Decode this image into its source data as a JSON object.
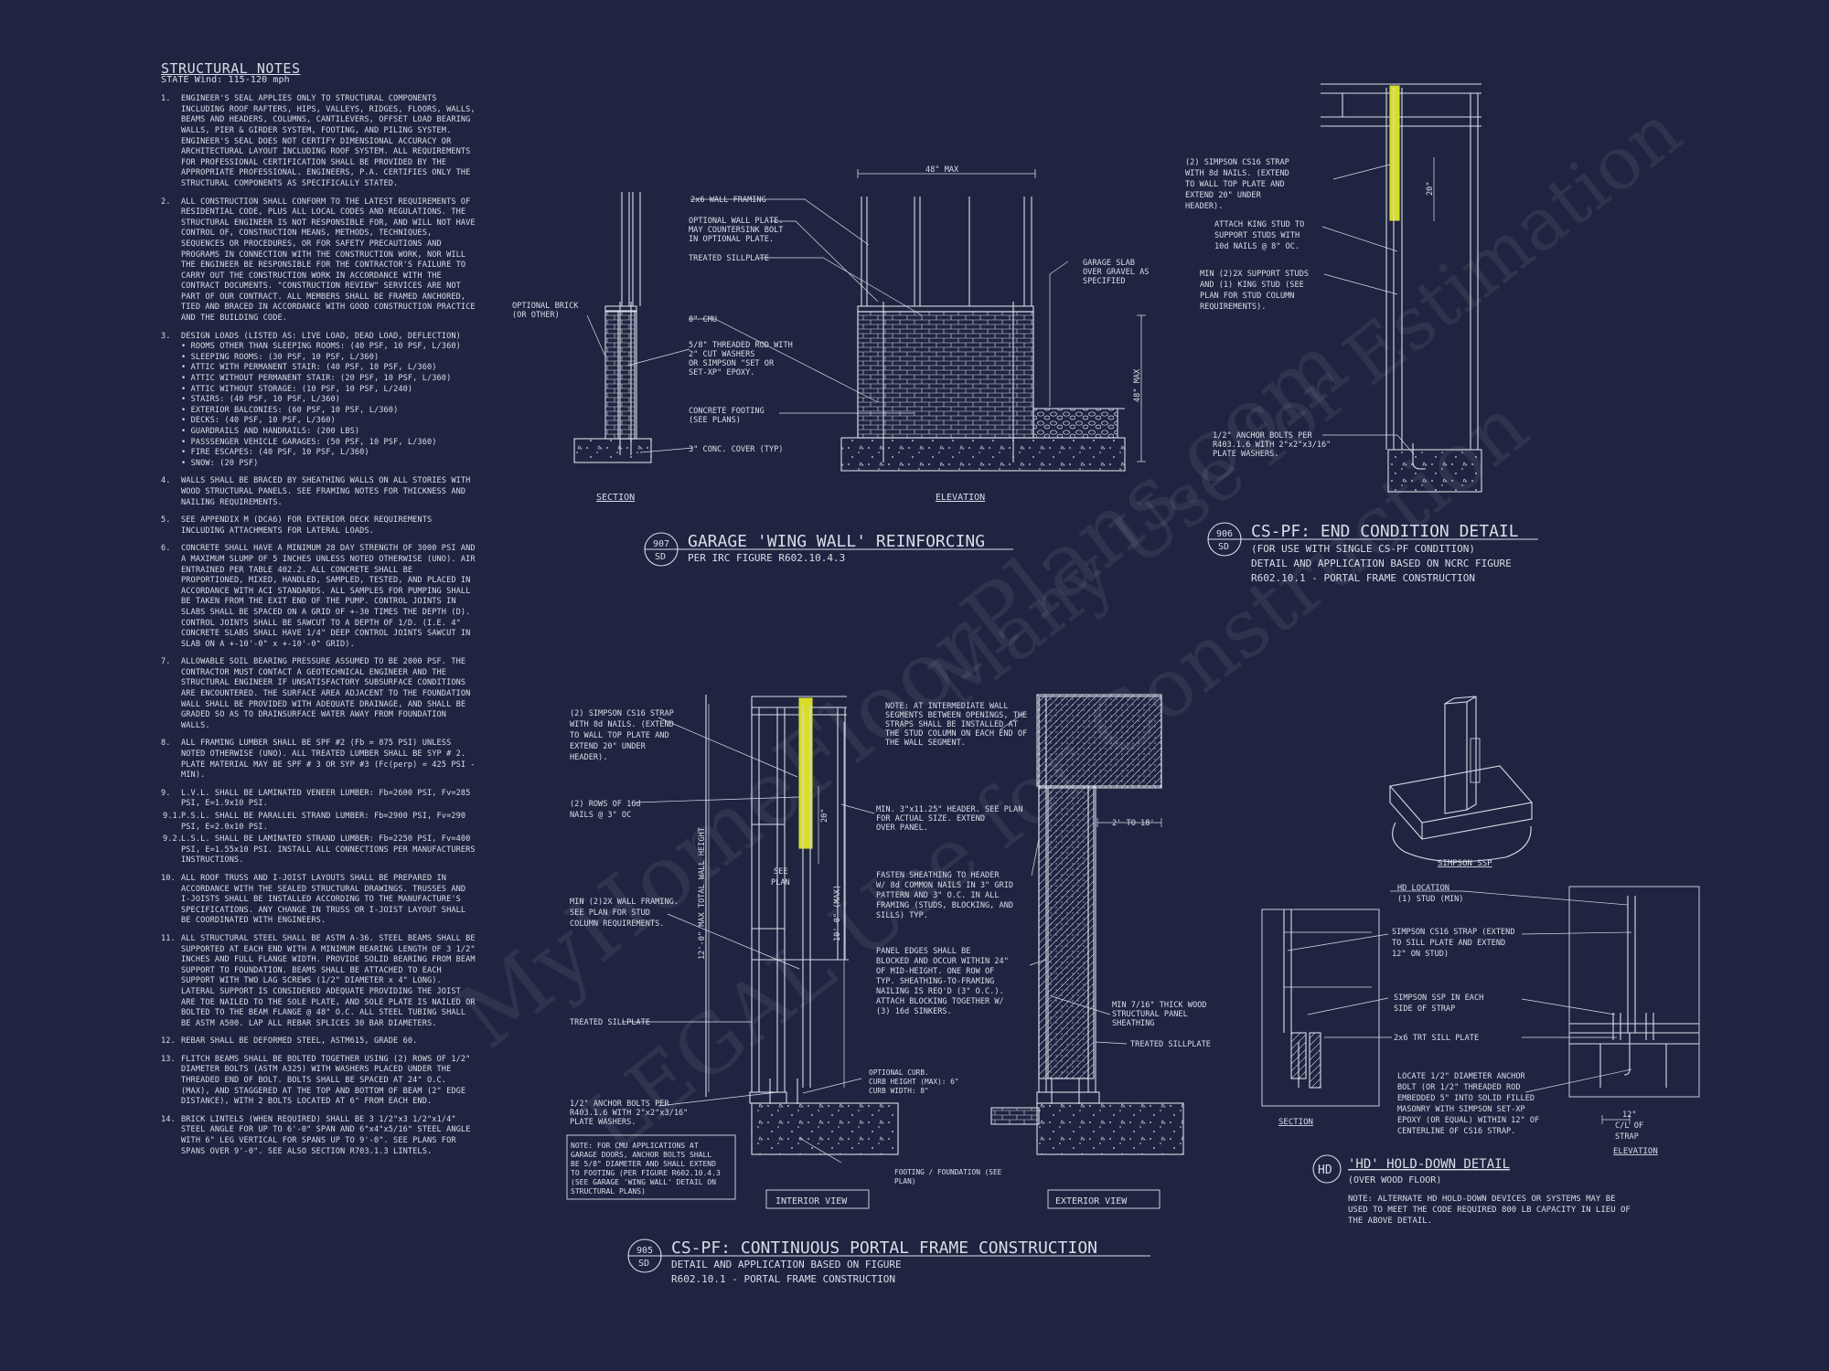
{
  "notes": {
    "title": "STRUCTURAL NOTES",
    "subtitle": "STATE Wind: 115-120 mph",
    "items": [
      {
        "num": "1.",
        "text": "ENGINEER'S SEAL APPLIES ONLY TO STRUCTURAL COMPONENTS INCLUDING ROOF RAFTERS, HIPS, VALLEYS, RIDGES, FLOORS, WALLS, BEAMS AND HEADERS, COLUMNS, CANTILEVERS, OFFSET LOAD BEARING WALLS, PIER & GIRDER SYSTEM, FOOTING, AND PILING SYSTEM. ENGINEER'S SEAL DOES NOT CERTIFY DIMENSIONAL ACCURACY OR ARCHITECTURAL LAYOUT INCLUDING ROOF SYSTEM. ALL REQUIREMENTS FOR PROFESSIONAL CERTIFICATION SHALL BE PROVIDED BY THE APPROPRIATE PROFESSIONAL. ENGINEERS, P.A. CERTIFIES ONLY THE STRUCTURAL COMPONENTS AS SPECIFICALLY STATED."
      },
      {
        "num": "2.",
        "text": "ALL CONSTRUCTION SHALL CONFORM TO THE LATEST REQUIREMENTS OF RESIDENTIAL CODE, PLUS ALL LOCAL CODES AND REGULATIONS. THE STRUCTURAL ENGINEER IS NOT RESPONSIBLE FOR, AND WILL NOT HAVE CONTROL OF, CONSTRUCTION MEANS, METHODS, TECHNIQUES, SEQUENCES OR PROCEDURES, OR FOR SAFETY PRECAUTIONS AND PROGRAMS IN CONNECTION WITH THE CONSTRUCTION WORK, NOR WILL THE ENGINEER BE RESPONSIBLE FOR THE CONTRACTOR'S FAILURE TO CARRY OUT THE CONSTRUCTION WORK IN ACCORDANCE WITH THE CONTRACT DOCUMENTS. \"CONSTRUCTION REVIEW\" SERVICES ARE NOT PART OF OUR CONTRACT. ALL MEMBERS SHALL BE FRAMED ANCHORED, TIED AND BRACED IN ACCORDANCE WITH GOOD CONSTRUCTION PRACTICE AND THE BUILDING CODE."
      },
      {
        "num": "3.",
        "text": "DESIGN LOADS (LISTED AS: LIVE LOAD, DEAD LOAD, DEFLECTION)",
        "bullets": [
          "ROOMS OTHER THAN SLEEPING ROOMS: (40 PSF, 10 PSF, L/360)",
          "SLEEPING ROOMS: (30 PSF, 10 PSF, L/360)",
          "ATTIC WITH PERMANENT STAIR: (40 PSF, 10 PSF, L/360)",
          "ATTIC WITHOUT PERMANENT STAIR: (20 PSF, 10 PSF, L/360)",
          "ATTIC WITHOUT STORAGE: (10 PSF, 10 PSF, L/240)",
          "STAIRS: (40 PSF, 10 PSF, L/360)",
          "EXTERIOR BALCONIES: (60 PSF, 10 PSF, L/360)",
          "DECKS: (40 PSF, 10 PSF, L/360)",
          "GUARDRAILS AND HANDRAILS: (200 LBS)",
          "PASSSENGER VEHICLE GARAGES: (50 PSF, 10 PSF, L/360)",
          "FIRE ESCAPES: (40 PSF, 10 PSF, L/360)",
          "SNOW: (20 PSF)"
        ]
      },
      {
        "num": "4.",
        "text": "WALLS SHALL BE BRACED BY SHEATHING WALLS ON ALL STORIES WITH WOOD STRUCTURAL PANELS. SEE FRAMING NOTES FOR THICKNESS AND NAILING REQUIREMENTS."
      },
      {
        "num": "5.",
        "text": "SEE APPENDIX M (DCA6) FOR EXTERIOR DECK REQUIREMENTS INCLUDING ATTACHMENTS FOR LATERAL LOADS."
      },
      {
        "num": "6.",
        "text": "CONCRETE SHALL HAVE A MINIMUM 28 DAY STRENGTH OF 3000 PSI AND A MAXIMUM SLUMP OF 5 INCHES UNLESS NOTED OTHERWISE (UNO). AIR ENTRAINED PER TABLE 402.2. ALL CONCRETE SHALL BE PROPORTIONED, MIXED, HANDLED, SAMPLED, TESTED, AND PLACED IN ACCORDANCE WITH ACI STANDARDS. ALL SAMPLES FOR PUMPING SHALL BE TAKEN FROM THE EXIT END OF THE PUMP. CONTROL JOINTS IN SLABS SHALL BE SPACED ON A GRID OF +-30 TIMES THE DEPTH (D). CONTROL JOINTS SHALL BE SAWCUT TO A DEPTH OF 1/D. (I.E. 4\" CONCRETE SLABS SHALL HAVE 1/4\" DEEP CONTROL JOINTS SAWCUT IN SLAB ON A +-10'-0\" x +-10'-0\" GRID)."
      },
      {
        "num": "7.",
        "text": "ALLOWABLE SOIL BEARING PRESSURE ASSUMED TO BE 2000 PSF. THE CONTRACTOR MUST CONTACT A GEOTECHNICAL ENGINEER AND THE STRUCTURAL ENGINEER IF UNSATISFACTORY SUBSURFACE CONDITIONS ARE ENCOUNTERED. THE SURFACE AREA ADJACENT TO THE FOUNDATION WALL SHALL BE PROVIDED WITH ADEQUATE DRAINAGE, AND SHALL BE GRADED SO AS TO DRAINSURFACE WATER AWAY FROM FOUNDATION WALLS."
      },
      {
        "num": "8.",
        "text": "ALL FRAMING LUMBER SHALL BE SPF #2 (Fb = 875 PSI) UNLESS NOTED OTHERWISE (UNO). ALL TREATED LUMBER SHALL BE SYP # 2. PLATE MATERIAL MAY BE SPF # 3 OR SYP #3 (Fc(perp) = 425 PSI - MIN)."
      },
      {
        "num": "9.",
        "text": "L.V.L. SHALL BE LAMINATED VENEER LUMBER: Fb=2600 PSI, Fv=285 PSI, E=1.9x10 PSI.",
        "subs": [
          {
            "num": "9.1.",
            "text": "P.S.L. SHALL BE PARALLEL STRAND LUMBER: Fb=2900 PSI, Fv=290 PSI, E=2.0x10 PSI."
          },
          {
            "num": "9.2.",
            "text": "L.S.L. SHALL BE LAMINATED STRAND LUMBER: Fb=2250 PSI, Fv=400 PSI, E=1.55x10 PSI. INSTALL ALL CONNECTIONS PER MANUFACTURERS INSTRUCTIONS."
          }
        ]
      },
      {
        "num": "10.",
        "text": "ALL ROOF TRUSS AND I-JOIST LAYOUTS SHALL BE PREPARED IN ACCORDANCE WITH THE SEALED STRUCTURAL DRAWINGS. TRUSSES AND I-JOISTS SHALL BE INSTALLED ACCORDING TO THE MANUFACTURE'S SPECIFICATIONS. ANY CHANGE IN TRUSS OR I-JOIST LAYOUT SHALL BE COORDINATED WITH ENGINEERS."
      },
      {
        "num": "11.",
        "text": "ALL STRUCTURAL STEEL SHALL BE ASTM A-36. STEEL BEAMS SHALL BE SUPPORTED AT EACH END WITH A MINIMUM BEARING LENGTH OF 3 1/2\" INCHES AND FULL FLANGE WIDTH. PROVIDE SOLID BEARING FROM BEAM SUPPORT TO FOUNDATION. BEAMS SHALL BE ATTACHED TO EACH SUPPORT WITH TWO LAG SCREWS (1/2\" DIAMETER x 4\" LONG). LATERAL SUPPORT IS CONSIDERED ADEQUATE PROVIDING THE JOIST ARE TOE NAILED TO THE SOLE PLATE, AND SOLE PLATE IS NAILED OR BOLTED TO THE BEAM FLANGE @ 48\" O.C. ALL STEEL TUBING SHALL BE ASTM A500. LAP ALL REBAR SPLICES 30 BAR DIAMETERS."
      },
      {
        "num": "12.",
        "text": "REBAR SHALL BE DEFORMED STEEL, ASTM615, GRADE 60."
      },
      {
        "num": "13.",
        "text": "FLITCH BEAMS SHALL BE BOLTED TOGETHER USING (2) ROWS OF 1/2\" DIAMETER BOLTS (ASTM A325) WITH WASHERS PLACED UNDER THE THREADED END OF BOLT. BOLTS SHALL BE SPACED AT 24\" O.C. (MAX), AND STAGGERED AT THE TOP AND BOTTOM OF BEAM (2\" EDGE DISTANCE), WITH 2 BOLTS LOCATED AT 6\" FROM EACH END."
      },
      {
        "num": "14.",
        "text": "BRICK LINTELS (WHEN REQUIRED) SHALL BE 3 1/2\"x3 1/2\"x1/4\" STEEL ANGLE FOR UP TO 6'-0\" SPAN AND 6\"x4\"x5/16\" STEEL ANGLE WITH 6\" LEG VERTICAL FOR SPANS UP TO 9'-0\". SEE PLANS FOR SPANS OVER 9'-0\". SEE ALSO SECTION R703.1.3 LINTELS."
      }
    ]
  },
  "detail_907": {
    "num": "907",
    "sheet": "SD",
    "title": "GARAGE 'WING WALL' REINFORCING",
    "subtitle": "PER IRC FIGURE R602.10.4.3",
    "labels": {
      "max48": "48\" MAX",
      "wall_framing": "2x6 WALL FRAMING",
      "optional_plate_1": "OPTIONAL WALL PLATE.",
      "optional_plate_2": "MAY COUNTERSINK BOLT",
      "optional_plate_3": "IN OPTIONAL PLATE.",
      "sillplate": "TREATED SILLPLATE",
      "brick_1": "OPTIONAL BRICK",
      "brick_2": "(OR OTHER)",
      "cmu": "8\" CMU",
      "rod_1": "5/8\" THREADED ROD WITH",
      "rod_2": "2\" CUT WASHERS",
      "rod_3": "OR SIMPSON \"SET OR",
      "rod_4": "SET-XP\" EPOXY.",
      "footing_1": "CONCRETE FOOTING",
      "footing_2": "(SEE PLANS)",
      "cover": "3\" CONC. COVER (TYP)",
      "slab_1": "GARAGE SLAB",
      "slab_2": "OVER GRAVEL AS",
      "slab_3": "SPECIFIED",
      "height": "48\" MAX",
      "section": "SECTION",
      "elevation": "ELEVATION"
    }
  },
  "detail_906": {
    "num": "906",
    "sheet": "SD",
    "title": "CS-PF: END CONDITION DETAIL",
    "line1": "(FOR USE WITH SINGLE CS-PF CONDITION)",
    "line2": "DETAIL AND APPLICATION BASED ON NCRC FIGURE",
    "line3": "R602.10.1 - PORTAL FRAME CONSTRUCTION",
    "labels": {
      "strap_1": "(2) SIMPSON CS16 STRAP",
      "strap_2": "WITH 8d NAILS. (EXTEND",
      "strap_3": "TO WALL TOP PLATE AND",
      "strap_4": "EXTEND 20\" UNDER",
      "strap_5": "HEADER).",
      "king_1": "ATTACH KING STUD TO",
      "king_2": "SUPPORT STUDS WITH",
      "king_3": "10d NAILS @ 8\" OC.",
      "min_1": "MIN (2)2X SUPPORT STUDS",
      "min_2": "AND (1) KING STUD (SEE",
      "min_3": "PLAN FOR STUD COLUMN",
      "min_4": "REQUIREMENTS).",
      "anchor_1": "1/2\" ANCHOR BOLTS PER",
      "anchor_2": "R403.1.6 WITH 2\"x2\"x3/16\"",
      "anchor_3": "PLATE WASHERS.",
      "dim20": "20\""
    }
  },
  "detail_905": {
    "num": "905",
    "sheet": "SD",
    "title": "CS-PF: CONTINUOUS PORTAL FRAME CONSTRUCTION",
    "line1": "DETAIL AND APPLICATION BASED ON FIGURE",
    "line2": "R602.10.1 - PORTAL FRAME CONSTRUCTION",
    "labels": {
      "strap_1": "(2) SIMPSON CS16 STRAP",
      "strap_2": "WITH 8d NAILS. (EXTEND",
      "strap_3": "TO WALL TOP PLATE AND",
      "strap_4": "EXTEND 20\" UNDER",
      "strap_5": "HEADER).",
      "nails_1": "(2) ROWS OF 16d",
      "nails_2": "NAILS @ 3\" OC",
      "min_1": "MIN (2)2X WALL FRAMING.",
      "min_2": "SEE PLAN FOR STUD",
      "min_3": "COLUMN REQUIREMENTS.",
      "sill": "TREATED SILLPLATE",
      "anchor_1": "1/2\" ANCHOR BOLTS PER",
      "anchor_2": "R403.1.6 WITH 2\"x2\"x3/16\"",
      "anchor_3": "PLATE WASHERS.",
      "cmu_1": "NOTE: FOR CMU APPLICATIONS AT",
      "cmu_2": "GARAGE DOORS, ANCHOR BOLTS SHALL",
      "cmu_3": "BE 5/8\" DIAMETER AND SHALL EXTEND",
      "cmu_4": "TO FOOTING (PER FIGURE R602.10.4.3",
      "cmu_5": "(SEE GARAGE 'WING WALL' DETAIL ON",
      "cmu_6": "STRUCTURAL PLANS)",
      "note_1": "NOTE: AT INTERMEDIATE WALL",
      "note_2": "SEGMENTS BETWEEN OPENINGS, THE",
      "note_3": "STRAPS SHALL BE INSTALLED AT",
      "note_4": "THE STUD COLUMN ON EACH END OF",
      "note_5": "THE WALL SEGMENT.",
      "header_1": "MIN. 3\"x11.25\" HEADER. SEE PLAN",
      "header_2": "FOR ACTUAL SIZE. EXTEND",
      "header_3": "OVER PANEL.",
      "fasten_1": "FASTEN SHEATHING TO HEADER",
      "fasten_2": "W/ 8d COMMON NAILS IN 3\" GRID",
      "fasten_3": "PATTERN AND 3\" O.C. IN ALL",
      "fasten_4": "FRAMING (STUDS, BLOCKING, AND",
      "fasten_5": "SILLS) TYP.",
      "panel_1": "PANEL EDGES SHALL BE",
      "panel_2": "BLOCKED AND OCCUR WITHIN 24\"",
      "panel_3": "OF MID-HEIGHT. ONE ROW OF",
      "panel_4": "TYP. SHEATHING-TO-FRAMING",
      "panel_5": "NAILING IS REQ'D (3\" O.C.).",
      "panel_6": "ATTACH BLOCKING TOGETHER W/",
      "panel_7": "(3) 16d SINKERS.",
      "curb_1": "OPTIONAL CURB.",
      "curb_2": "CURB HEIGHT (MAX): 6\"",
      "curb_3": "CURB WIDTH: 8\"",
      "footing_1": "FOOTING / FOUNDATION (SEE",
      "footing_2": "PLAN)",
      "sheathing_1": "MIN 7/16\" THICK WOOD",
      "sheathing_2": "STRUCTURAL PANEL",
      "sheathing_3": "SHEATHING",
      "sill2": "TREATED SILLPLATE",
      "dim_2to18": "2' TO 18'",
      "see_plan_1": "SEE",
      "see_plan_2": "PLAN",
      "dim_total": "12'-0\" MAX TOTAL WALL HEIGHT",
      "dim_10": "10'-0\" (MAX)",
      "dim_20": "20\"",
      "interior": "INTERIOR VIEW",
      "exterior": "EXTERIOR VIEW"
    }
  },
  "detail_hd": {
    "num": "HD",
    "title": "'HD' HOLD-DOWN DETAIL",
    "subtitle": "(OVER WOOD FLOOR)",
    "note_1": "NOTE: ALTERNATE HD HOLD-DOWN DEVICES OR SYSTEMS MAY BE",
    "note_2": "USED TO MEET THE CODE REQUIRED 800 LB CAPACITY IN LIEU OF",
    "note_3": "THE ABOVE DETAIL.",
    "labels": {
      "ssp": "SIMPSON SSP",
      "hd_1": "HD LOCATION",
      "hd_2": "(1) STUD (MIN)",
      "strap_1": "SIMPSON CS16 STRAP (EXTEND",
      "strap_2": "TO SILL PLATE AND EXTEND",
      "strap_3": "12\" ON STUD)",
      "ssp_1": "SIMPSON SSP IN EACH",
      "ssp_2": "SIDE OF STRAP",
      "trt": "2x6 TRT SILL PLATE",
      "anchor_1": "LOCATE 1/2\" DIAMETER ANCHOR",
      "anchor_2": "BOLT (OR 1/2\" THREADED ROD",
      "anchor_3": "EMBEDDED 5\" INTO SOLID FILLED",
      "anchor_4": "MASONRY WITH SIMPSON SET-XP",
      "anchor_5": "EPOXY (OR EQUAL) WITHIN 12\" OF",
      "anchor_6": "CENTERLINE OF CS16 STRAP.",
      "section": "SECTION",
      "elevation": "ELEVATION",
      "dim_1": "12\"",
      "dim_2": "C/L OF",
      "dim_3": "STRAP"
    }
  },
  "colors": {
    "background": "#1f2540",
    "ink": "#d9dde8",
    "highlight": "#d8dc2a"
  },
  "watermark": [
    "MyHomeFloorPlans.com",
    "LEGAL Use for Construction",
    "Many Use for Estimation"
  ]
}
